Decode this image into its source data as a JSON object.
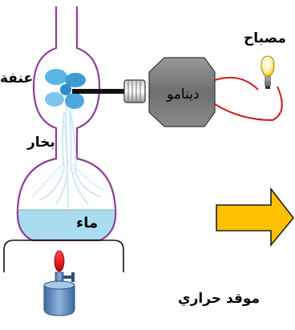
{
  "labels": {
    "lamp": "مصباح",
    "fan": "عنفة",
    "steam": "بخار",
    "water": "ماء",
    "dynamo": "دينامو",
    "burner": "موقد حراري"
  },
  "colors": {
    "glass_outline": "#8e3d98",
    "water": "#a9dcee",
    "fan_blue": "#5ab4e6",
    "dynamo_body": "#7f7f7f",
    "wire": "#d21a1a",
    "arrow_fill": "#ffc000",
    "arrow_outline": "#1f1f1f",
    "flame": "#e41a1a",
    "burner_blue": "#4f7fb5"
  }
}
